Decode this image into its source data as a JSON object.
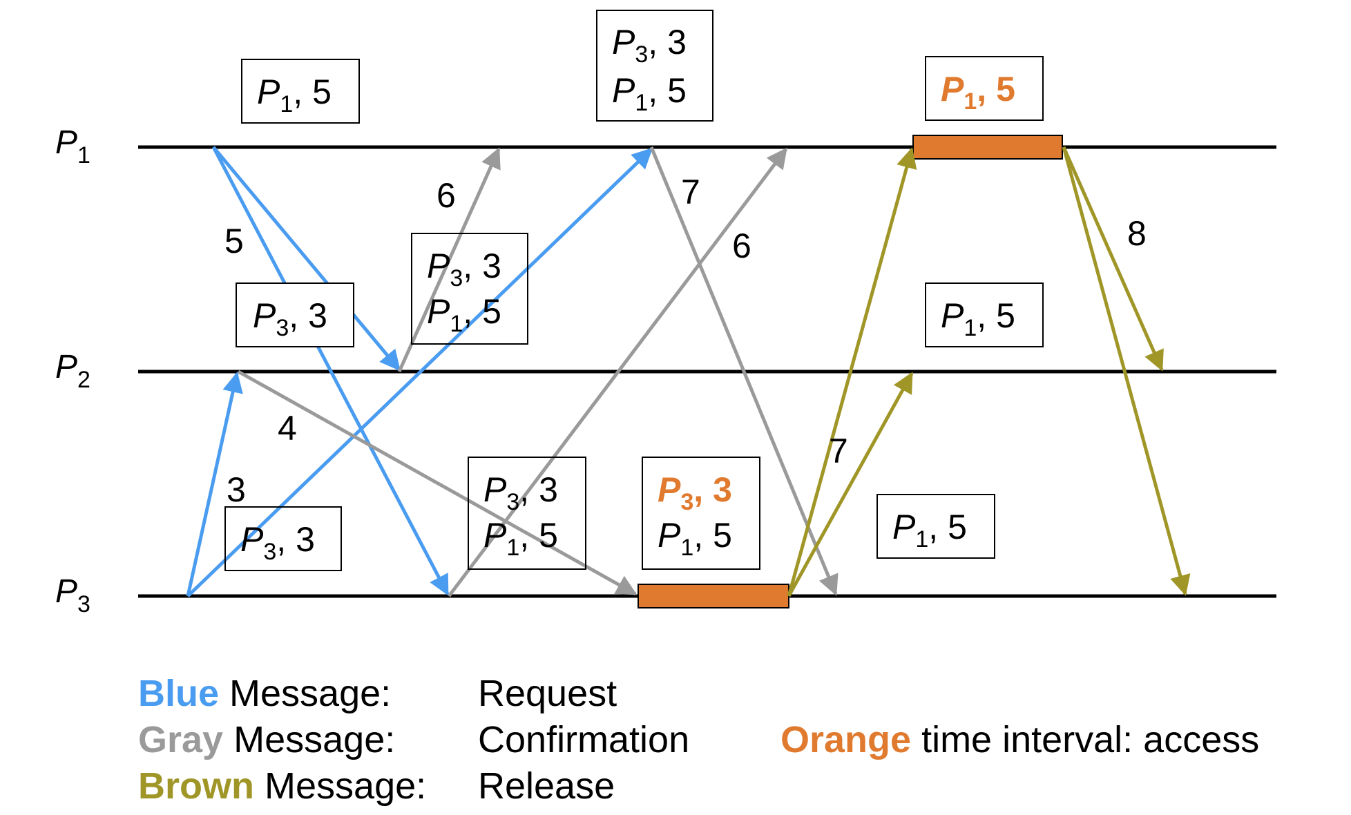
{
  "processes": [
    {
      "id": "p1",
      "name": "P",
      "index": "1"
    },
    {
      "id": "p2",
      "name": "P",
      "index": "2"
    },
    {
      "id": "p3",
      "name": "P",
      "index": "3"
    }
  ],
  "colors": {
    "blue": "#4A9CF0",
    "gray": "#9A9A9A",
    "brown": "#A09628",
    "orange": "#E07A2E",
    "line": "#000000"
  },
  "messages": [
    {
      "kind": "request",
      "from": "P1",
      "to": "P2",
      "label": "5"
    },
    {
      "kind": "request",
      "from": "P1",
      "to": "P3",
      "label": "5"
    },
    {
      "kind": "request",
      "from": "P3",
      "to": "P2",
      "label": "3"
    },
    {
      "kind": "request",
      "from": "P3",
      "to": "P1",
      "label": "3"
    },
    {
      "kind": "confirmation",
      "from": "P2",
      "to": "P1",
      "label": "6"
    },
    {
      "kind": "confirmation",
      "from": "P2",
      "to": "P3",
      "label": "4"
    },
    {
      "kind": "confirmation",
      "from": "P3",
      "to": "P1",
      "label": "6"
    },
    {
      "kind": "confirmation",
      "from": "P1",
      "to": "P3",
      "label": "7"
    },
    {
      "kind": "release",
      "from": "P3",
      "to": "P1",
      "label": "7"
    },
    {
      "kind": "release",
      "from": "P3",
      "to": "P2",
      "label": ""
    },
    {
      "kind": "release",
      "from": "P1",
      "to": "P2",
      "label": "8"
    },
    {
      "kind": "release",
      "from": "P1",
      "to": "P3",
      "label": ""
    }
  ],
  "queues": [
    {
      "id": "q1",
      "highlighted": false,
      "entries": [
        {
          "proc": "P",
          "index": "1",
          "value": "5"
        }
      ]
    },
    {
      "id": "q2",
      "highlighted": false,
      "entries": [
        {
          "proc": "P",
          "index": "3",
          "value": "3"
        },
        {
          "proc": "P",
          "index": "1",
          "value": "5"
        }
      ]
    },
    {
      "id": "q3",
      "highlighted": true,
      "entries": [
        {
          "proc": "P",
          "index": "1",
          "value": "5"
        }
      ]
    },
    {
      "id": "q4",
      "highlighted": false,
      "entries": [
        {
          "proc": "P",
          "index": "3",
          "value": "3"
        }
      ]
    },
    {
      "id": "q5",
      "highlighted": false,
      "entries": [
        {
          "proc": "P",
          "index": "3",
          "value": "3"
        },
        {
          "proc": "P",
          "index": "1",
          "value": "5"
        }
      ]
    },
    {
      "id": "q6",
      "highlighted": false,
      "entries": [
        {
          "proc": "P",
          "index": "1",
          "value": "5"
        }
      ]
    },
    {
      "id": "q7",
      "highlighted": false,
      "entries": [
        {
          "proc": "P",
          "index": "3",
          "value": "3"
        }
      ]
    },
    {
      "id": "q8",
      "highlighted": false,
      "entries": [
        {
          "proc": "P",
          "index": "3",
          "value": "3"
        },
        {
          "proc": "P",
          "index": "1",
          "value": "5"
        }
      ]
    },
    {
      "id": "q9",
      "highlighted": true,
      "entries": [
        {
          "proc": "P",
          "index": "3",
          "value": "3"
        },
        {
          "proc": "P",
          "index": "1",
          "value": "5"
        }
      ]
    },
    {
      "id": "q10",
      "highlighted": false,
      "entries": [
        {
          "proc": "P",
          "index": "1",
          "value": "5"
        }
      ]
    }
  ],
  "legend": {
    "blue_word": "Blue",
    "gray_word": "Gray",
    "brown_word": "Brown",
    "message_label": "Message:",
    "request": "Request",
    "confirmation": "Confirmation",
    "release": "Release",
    "orange_word": "Orange",
    "orange_desc": "time interval: access"
  }
}
